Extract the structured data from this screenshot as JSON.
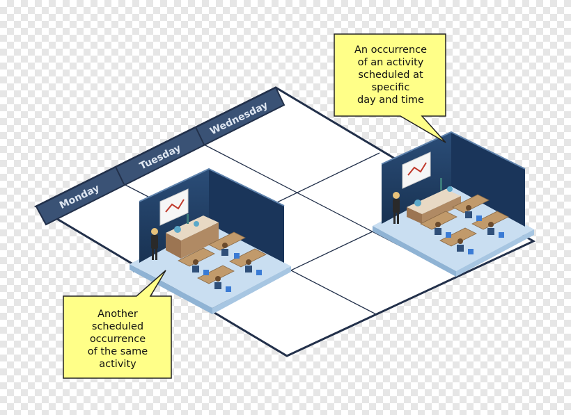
{
  "calendar": {
    "days": [
      "Monday",
      "Tuesday",
      "Wednesday"
    ]
  },
  "callouts": {
    "occurrence": "An occurrence\nof an activity\nscheduled at\nspecific\nday and time",
    "another_occurrence": "Another\nscheduled\noccurrence\nof the same\nactivity"
  },
  "colors": {
    "header_band": "#3a5275",
    "grid_border": "#22304a",
    "room_wall": "#1f3d63",
    "room_floor": "#b7d3ec",
    "callout_fill": "#ffff88",
    "desk": "#b08a64"
  }
}
